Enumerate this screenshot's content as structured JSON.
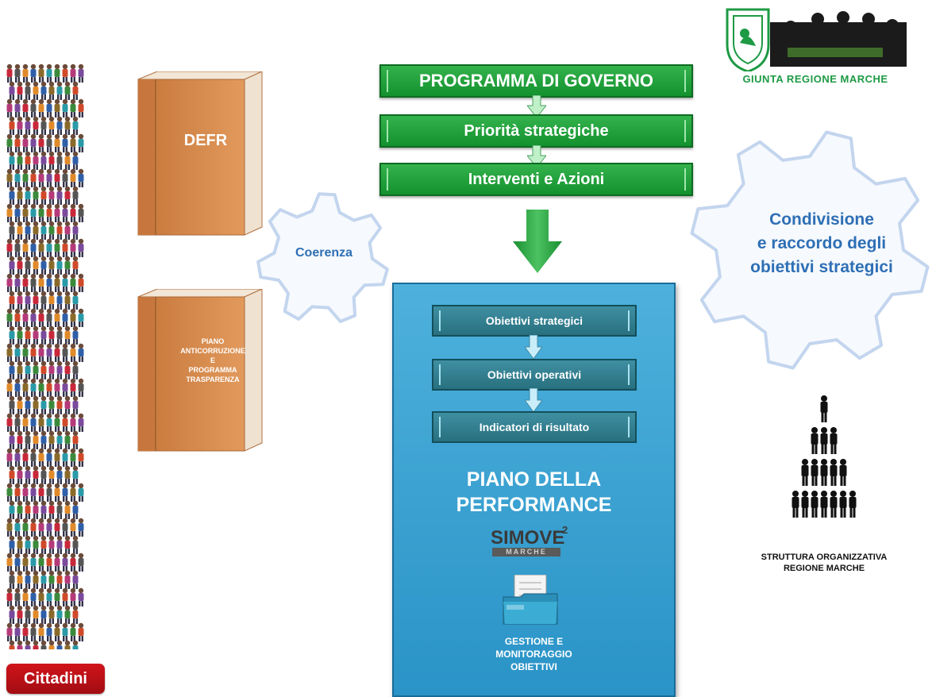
{
  "left": {
    "badge_label": "Cittadini",
    "crowd_icon": "crowd-icon"
  },
  "books": {
    "defr": "DEFR",
    "piano": "PIANO\nANTICORRUZIONE\nE\nPROGRAMMA\nTRASPARENZA"
  },
  "gears": {
    "small": "Coerenza",
    "big": "Condivisione\ne raccordo degli\nobiettivi strategici"
  },
  "flow": {
    "programma": "PROGRAMMA DI GOVERNO",
    "priorita": "Priorità strategiche",
    "interventi": "Interventi e Azioni"
  },
  "panel": {
    "obiettivi_strategici": "Obiettivi strategici",
    "obiettivi_operativi": "Obiettivi operativi",
    "indicatori": "Indicatori di risultato",
    "title": "PIANO DELLA\nPERFORMANCE",
    "simove": "SIMOVE",
    "simove_sup": "2",
    "simove_sub": "MARCHE",
    "gestione": "GESTIONE E\nMONITORAGGIO\nOBIETTIVI"
  },
  "right": {
    "giunta": "GIUNTA REGIONE MARCHE",
    "struttura": "STRUTTURA ORGANIZZATIVA\nREGIONE MARCHE"
  },
  "colors": {
    "green": "#1fa13b",
    "blue_panel": "#3aa3d3",
    "teal_bar": "#2f7e8f",
    "gear_text": "#2e6fb5",
    "book": "#d98a4c",
    "badge": "#c0121a"
  }
}
